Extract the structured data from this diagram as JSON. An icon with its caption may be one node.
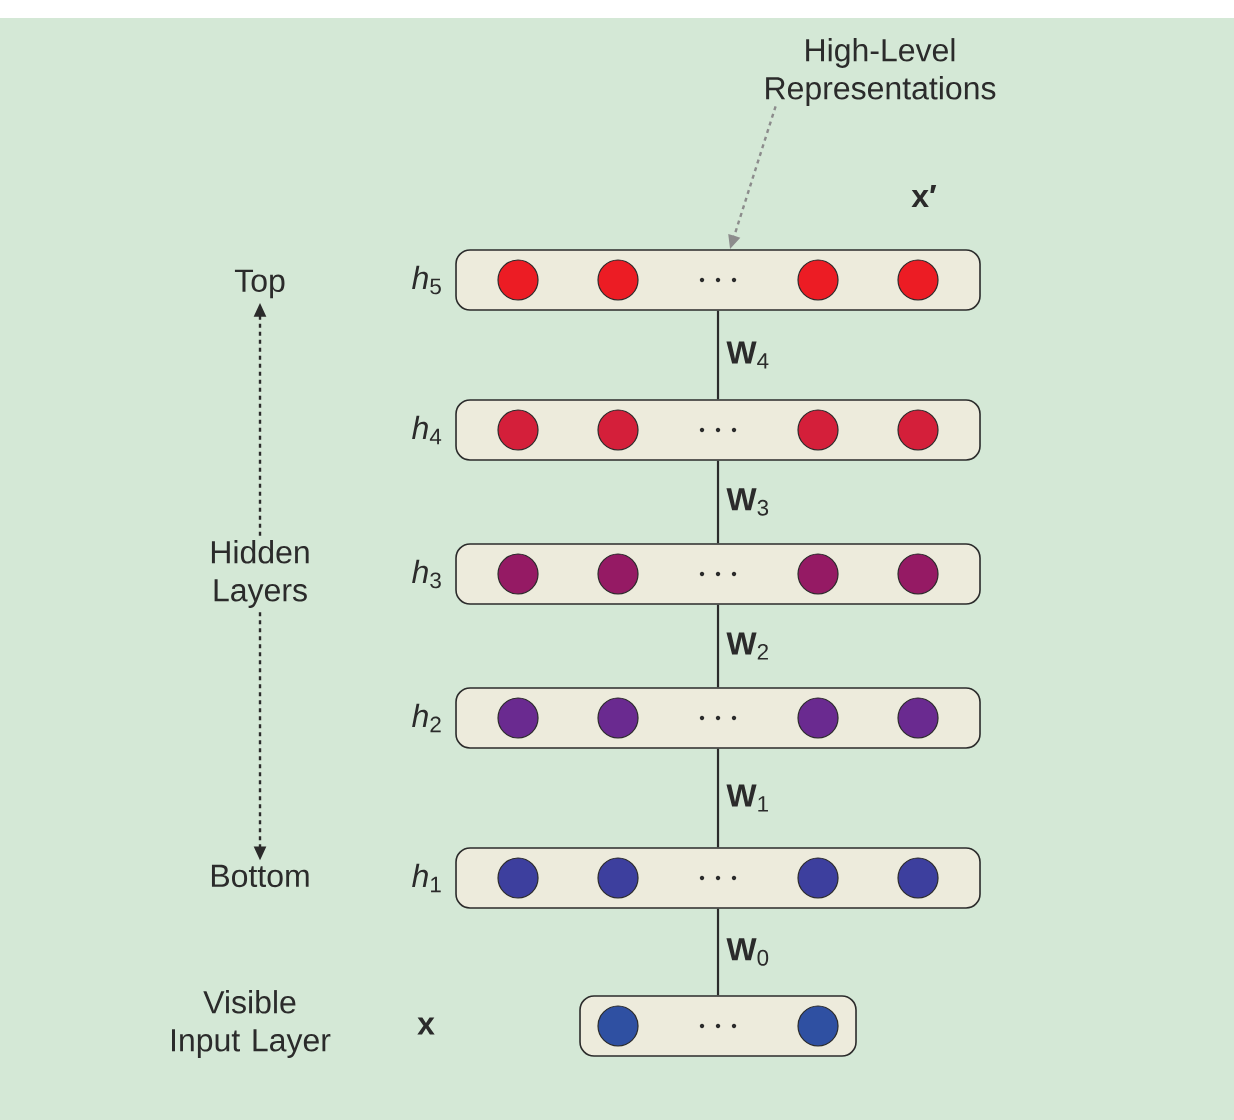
{
  "diagram": {
    "nodes": [
      {
        "text": [
          "High-Level Representations"
        ]
      },
      {
        "text": [
          "Top"
        ]
      },
      {
        "text": [],
        "shape": "box",
        "beside": [
          "*h*$_{5}$"
        ]
      },
      {
        "text": [],
        "shape": "box",
        "beside": [
          "*h*$_{4}$"
        ]
      },
      {
        "text": [
          "Hidden Layers"
        ]
      },
      {
        "text": [],
        "shape": "box",
        "beside": [
          "*h*$_{3}$"
        ]
      },
      {
        "text": [],
        "shape": "box",
        "beside": [
          "*h*$_{2}$"
        ]
      },
      {
        "text": [
          "Bottom"
        ]
      },
      {
        "text": [],
        "shape": "box",
        "beside": [
          "*h*$_{1}$"
        ]
      },
      {
        "text": [],
        "shape": "box"
      }
    ],
    "edges": [
      {
        "from": 0,
        "to": 2,
        "arrow": "to",
        "style": "dashed",
        "color": "#8c8c8c"
      },
      {
        "from": 4,
        "to": 1,
        "arrow": "to",
        "style": "dashed"
      },
      {
        "from": 4,
        "to": 7,
        "arrow": "to",
        "style": "dashed"
      },
      {
        "from": 2,
        "to": 3,
        "arrow": "none",
        "label": "**W**$_{4}$"
      },
      {
        "from": 3,
        "to": 5,
        "arrow": "none",
        "label": "**W**$_{3}$"
      },
      {
        "from": 5,
        "to": 6,
        "arrow": "none",
        "label": "**W**$_{2}$"
      },
      {
        "from": 6,
        "to": 8,
        "arrow": "none",
        "label": "**W**$_{1}$"
      },
      {
        "from": 8,
        "to": 9,
        "arrow": "none",
        "label": "**W**$_{0}$"
      }
    ],
    "labels": [
      "x′",
      "Visible Input Layer",
      "x"
    ]
  }
}
